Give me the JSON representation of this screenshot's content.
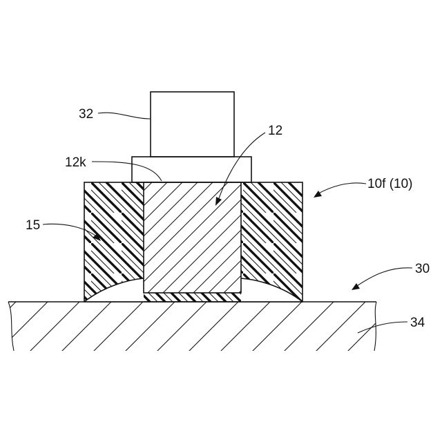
{
  "labels": {
    "chip": "32",
    "die": "12",
    "die_surface": "12k",
    "assembly": "10f (10)",
    "resin": "15",
    "board": "30",
    "substrate": "34"
  }
}
